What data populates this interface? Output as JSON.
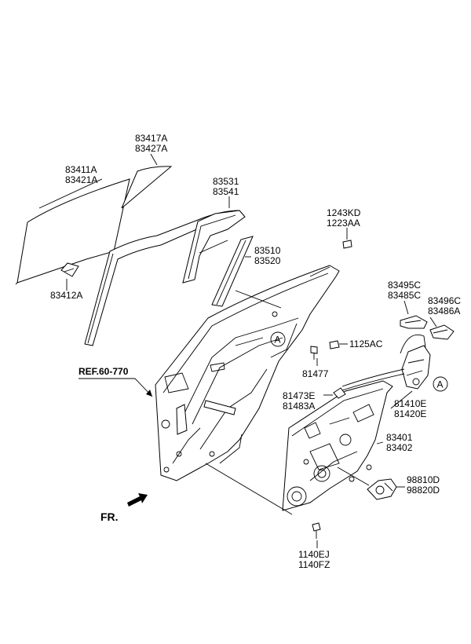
{
  "labels": {
    "glass_top": [
      "83417A",
      "83427A"
    ],
    "glass_main": [
      "83411A",
      "83421A"
    ],
    "glass_clip": "83412A",
    "run_channel": [
      "83531",
      "83541"
    ],
    "run_strip": [
      "83510",
      "83520"
    ],
    "bolt_top": [
      "1243KD",
      "1223AA"
    ],
    "handle_upper": [
      "83495C",
      "83485C"
    ],
    "handle_right": [
      "83496C",
      "83486A"
    ],
    "bolt_mid": "1125AC",
    "bolt_small": "81477",
    "latch_cable": [
      "81473E",
      "81483A"
    ],
    "latch": [
      "81410E",
      "81420E"
    ],
    "regulator": [
      "83401",
      "83402"
    ],
    "motor": [
      "98810D",
      "98820D"
    ],
    "bolt_bottom": [
      "1140EJ",
      "1140FZ"
    ],
    "ref": "REF.60-770",
    "front": "FR.",
    "circle_a": "A"
  }
}
